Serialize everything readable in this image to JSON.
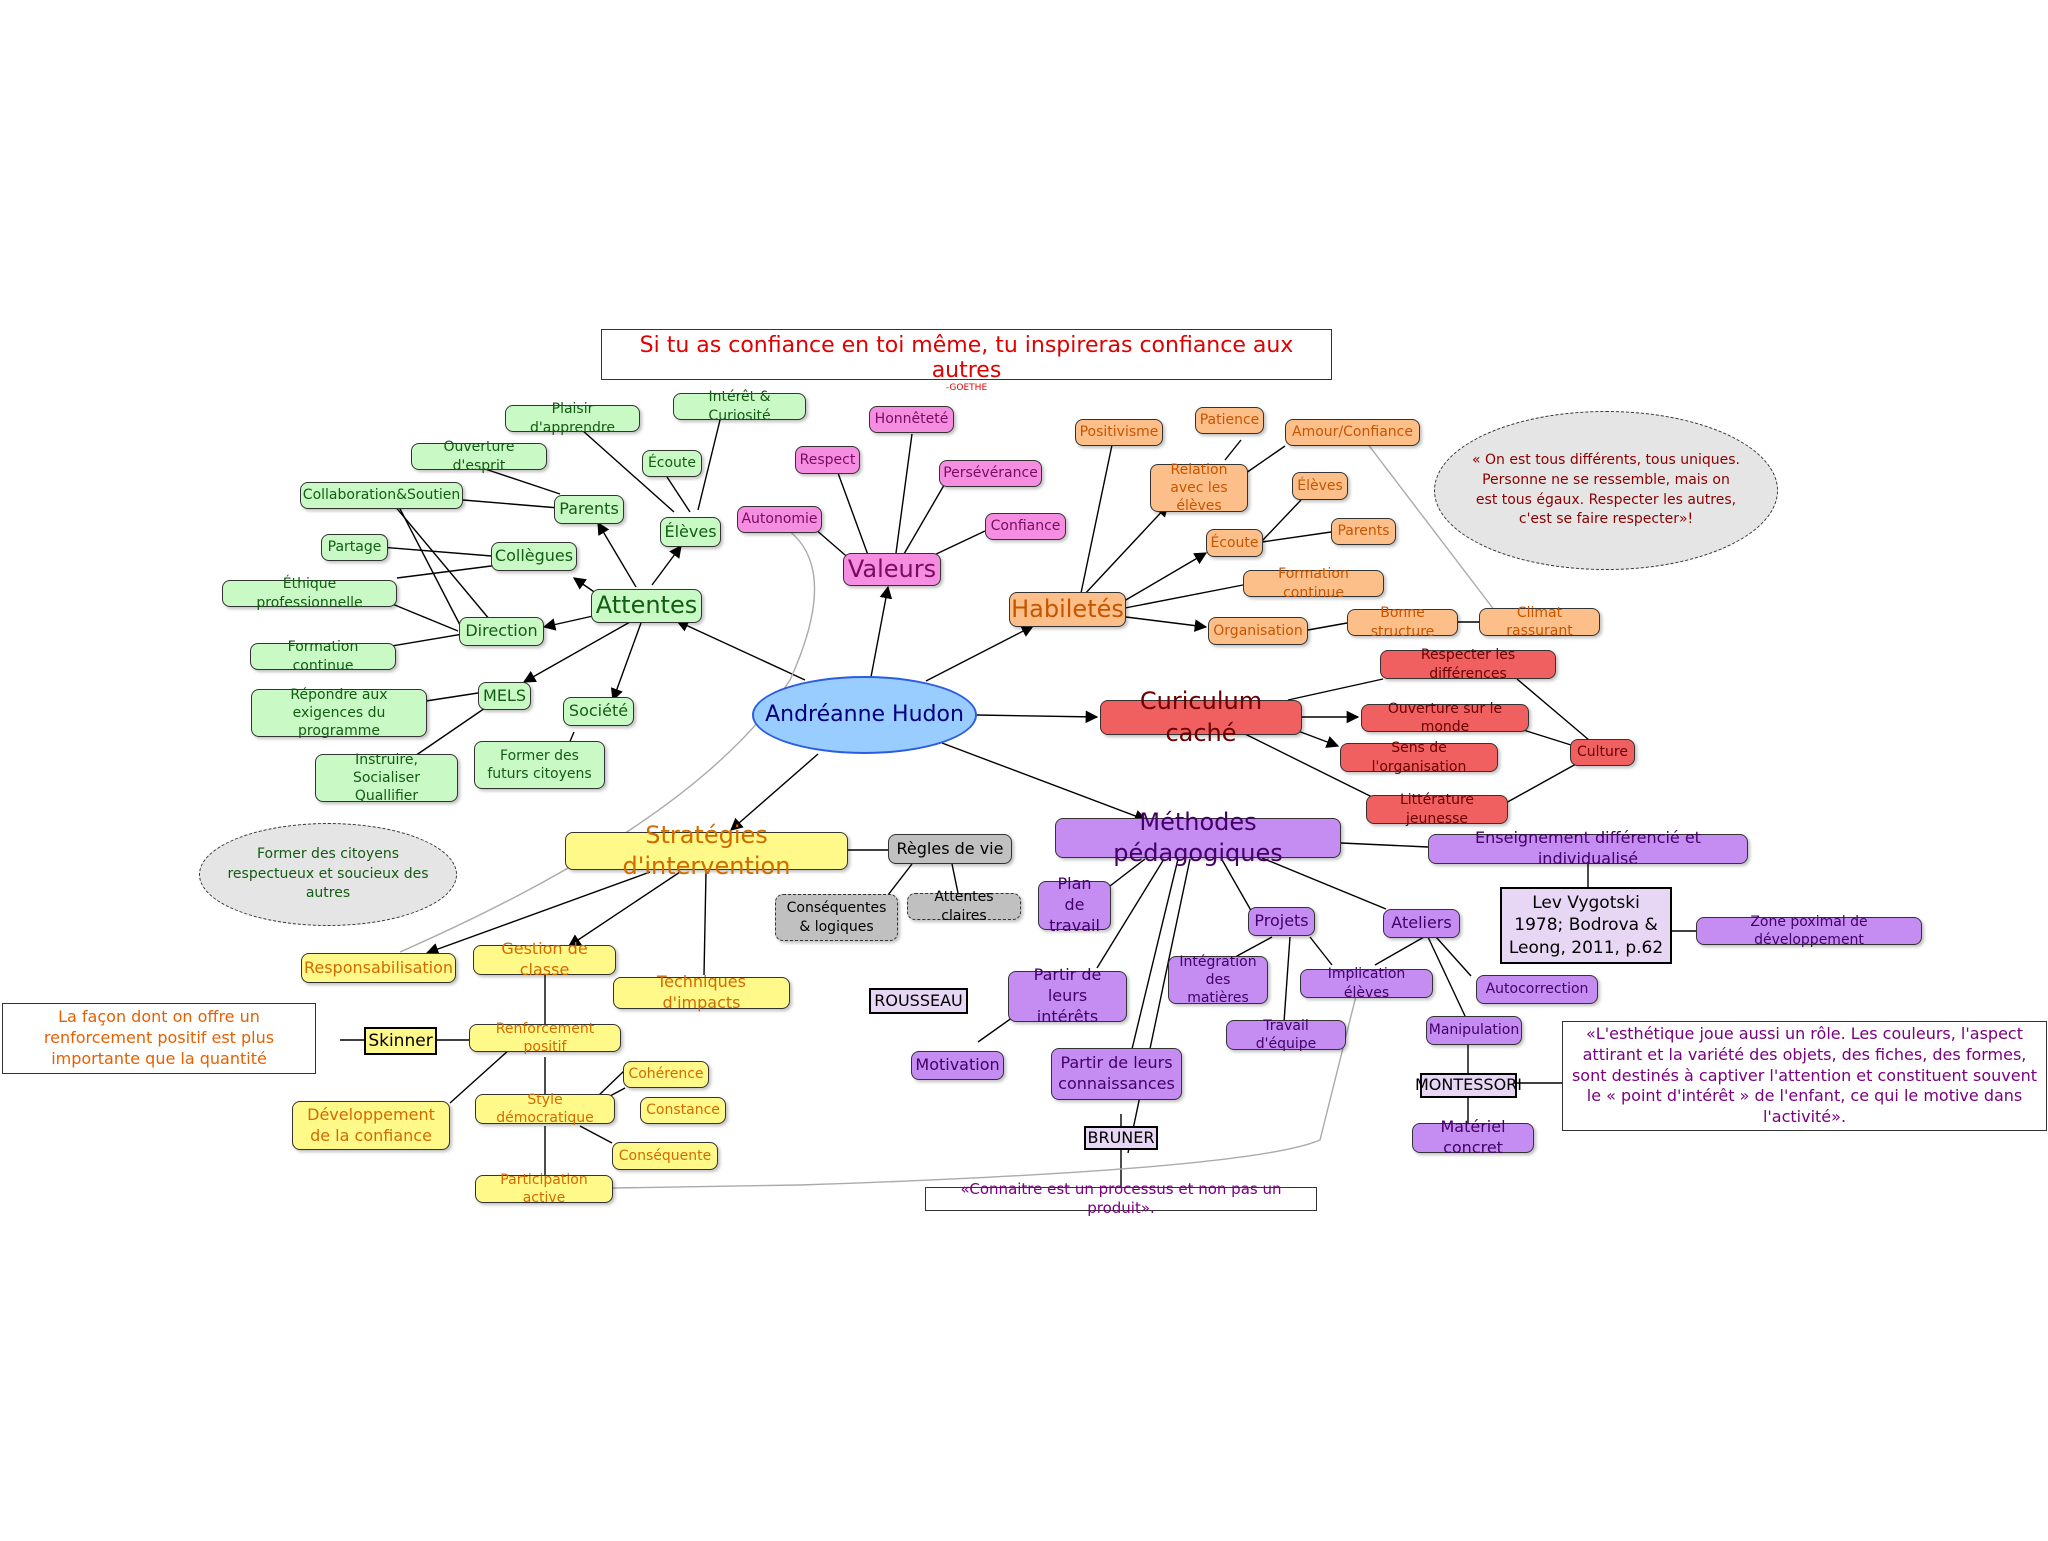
{
  "root": "Andréanne Hudon",
  "quote_top": {
    "text": "Si tu as confiance en toi même, tu inspireras confiance aux autres",
    "author": "-GOETHE"
  },
  "attentes": {
    "title": "Attentes",
    "eleves": "Élèves",
    "parents": "Parents",
    "collegues": "Collègues",
    "direction": "Direction",
    "mels": "MELS",
    "societe": "Société",
    "interet": "Intérêt & Curiosité",
    "plaisir": "Plaisir d'apprendre",
    "ecoute": "Écoute",
    "ouverture": "Ouverture d'esprit",
    "collab": "Collaboration&Soutien",
    "partage": "Partage",
    "ethique": "Éthique professionnelle",
    "formation": "Formation continue",
    "repondre": "Répondre aux exigences du programme",
    "instruire": "Instruire, Socialiser Quallifier",
    "former": "Former des futurs citoyens"
  },
  "oval_left": "Former des citoyens respectueux et soucieux des autres",
  "valeurs": {
    "title": "Valeurs",
    "honnetete": "Honnêteté",
    "respect": "Respect",
    "perseverance": "Persévérance",
    "confiance": "Confiance",
    "autonomie": "Autonomie"
  },
  "habiletes": {
    "title": "Habiletés",
    "positivisme": "Positivisme",
    "patience": "Patience",
    "amour": "Amour/Confiance",
    "relation": "Relation avec les élèves",
    "eleves": "Élèves",
    "ecoute": "Écoute",
    "parents": "Parents",
    "formation": "Formation continue",
    "organisation": "Organisation",
    "bonne_structure": "Bonne structure",
    "climat": "Climat rassurant"
  },
  "oval_right": "« On est tous différents, tous uniques. Personne ne se ressemble, mais on est tous égaux. Respecter les autres, c'est se faire respecter»!",
  "curiculum": {
    "title": "Curiculum caché",
    "respecter": "Respecter les différences",
    "ouverture": "Ouverture sur le monde",
    "sens": "Sens de l'organisation",
    "litterature": "Littérature jeunesse",
    "culture": "Culture"
  },
  "strategies": {
    "title": "Stratégies d'intervention",
    "regles": "Règles de vie",
    "consequentes": "Conséquentes & logiques",
    "attentes_claires": "Attentes claires",
    "responsabilisation": "Responsabilisation",
    "gestion": "Gestion de classe",
    "techniques": "Techniques d'impacts",
    "renforcement": "Renforcement positif",
    "skinner": "Skinner",
    "skinner_note": "La façon dont on offre un renforcement positif est plus importante que la quantité",
    "style": "Style démocratique",
    "coherence": "Cohérence",
    "constance": "Constance",
    "consequente": "Conséquente",
    "developpement": "Développement de la confiance",
    "participation": "Participation active"
  },
  "methodes": {
    "title": "Méthodes pédagogiques",
    "enseignement": "Enseignement différencié et individualisé",
    "vygotski": "Lev Vygotski 1978; Bodrova & Leong, 2011, p.62",
    "zone": "Zone poximal de développement",
    "plan": "Plan de travail",
    "projets": "Projets",
    "ateliers": "Ateliers",
    "integration": "Intégration des matières",
    "implication": "Implication élèves",
    "autocorrection": "Autocorrection",
    "travail": "Travail d'équipe",
    "manipulation": "Manipulation",
    "montessori": "MONTESSORI",
    "materiel": "Matériel concret",
    "montessori_note": "«L'esthétique joue aussi un rôle. Les couleurs, l'aspect attirant et la variété des objets, des fiches, des formes, sont destinés à captiver l'attention et constituent souvent le « point d'intérêt » de l'enfant, ce qui le motive dans l'activité».",
    "interets": "Partir de leurs intérêts",
    "rousseau": "ROUSSEAU",
    "motivation": "Motivation",
    "connaissances": "Partir de leurs connaissances",
    "bruner": "BRUNER",
    "bruner_note": "«Connaitre est un processus et non pas un produit»."
  },
  "colors": {
    "green": "#c9f9c5",
    "pink": "#f58ee0",
    "orange": "#fdbf8a",
    "red": "#f06060",
    "yellow": "#fff98a",
    "violet": "#c58df2",
    "root": "#99ccff"
  }
}
